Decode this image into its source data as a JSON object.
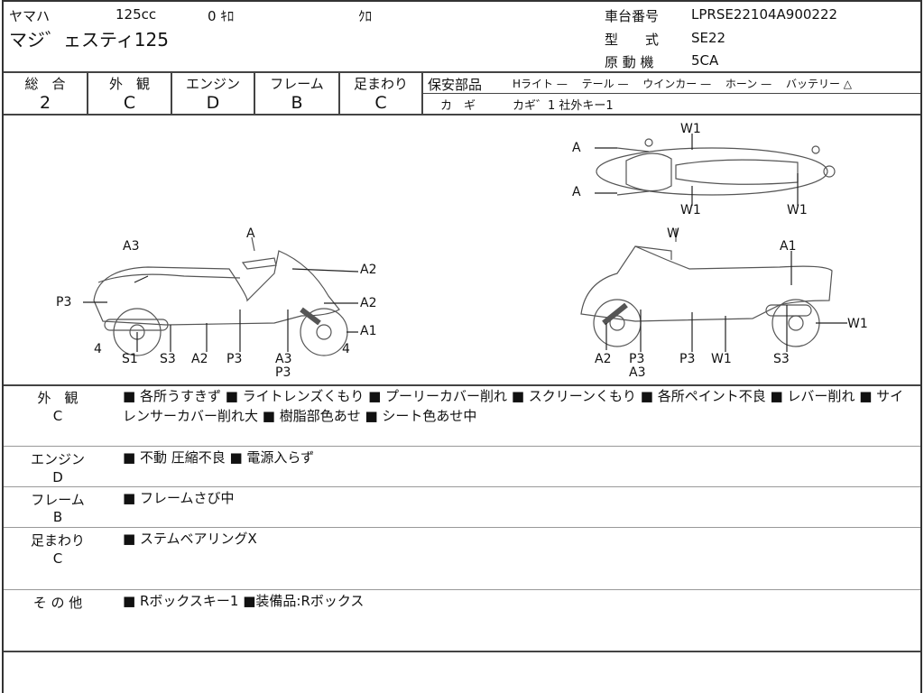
{
  "header": {
    "maker": "ヤマハ",
    "displacement": "125cc",
    "mileage": "0 ｷﾛ",
    "color": "ｸﾛ",
    "model_name": "マジ゛ェスティ125",
    "chassis_label": "車台番号",
    "chassis_no": "LPRSE22104A900222",
    "type_label": "型　　式",
    "type": "SE22",
    "engine_label": "原 動 機",
    "engine": "5CA"
  },
  "grades": [
    {
      "label": "総　合",
      "value": "2"
    },
    {
      "label": "外　観",
      "value": "C"
    },
    {
      "label": "エンジン",
      "value": "D"
    },
    {
      "label": "フレーム",
      "value": "B"
    },
    {
      "label": "足まわり",
      "value": "C"
    }
  ],
  "safety": {
    "label": "保安部品",
    "items": "Hライト —　 テール —　 ウインカー —　 ホーン —　 バッテリー △",
    "key_label": "カ　ギ",
    "keys": "カギ゛1 社外キー1"
  },
  "diagram": {
    "labels": [
      "A3",
      "A",
      "A2",
      "P3",
      "A2",
      "A1",
      "4",
      "S1",
      "S3",
      "A2",
      "P3",
      "A3",
      "P3",
      "4",
      "A",
      "W1",
      "A",
      "W1",
      "W1",
      "W",
      "A1",
      "W1",
      "A2",
      "P3",
      "A3",
      "P3",
      "W1",
      "S3"
    ]
  },
  "sections": [
    {
      "title": "外　観",
      "grade": "C",
      "text": "■ 各所うすきず ■ ライトレンズくもり ■ プーリーカバー削れ ■ スクリーンくもり ■ 各所ペイント不良 ■ レバー削れ ■ サイレンサーカバー削れ大 ■ 樹脂部色あせ ■ シート色あせ中"
    },
    {
      "title": "エンジン",
      "grade": "D",
      "text": "■ 不動 圧縮不良 ■ 電源入らず"
    },
    {
      "title": "フレーム",
      "grade": "B",
      "text": "■ フレームさび中"
    },
    {
      "title": "足まわり",
      "grade": "C",
      "text": "■ ステムベアリングX"
    },
    {
      "title": "そ の 他",
      "grade": "",
      "text": "■ Rボックスキー1 ■装備品:Rボックス"
    }
  ]
}
